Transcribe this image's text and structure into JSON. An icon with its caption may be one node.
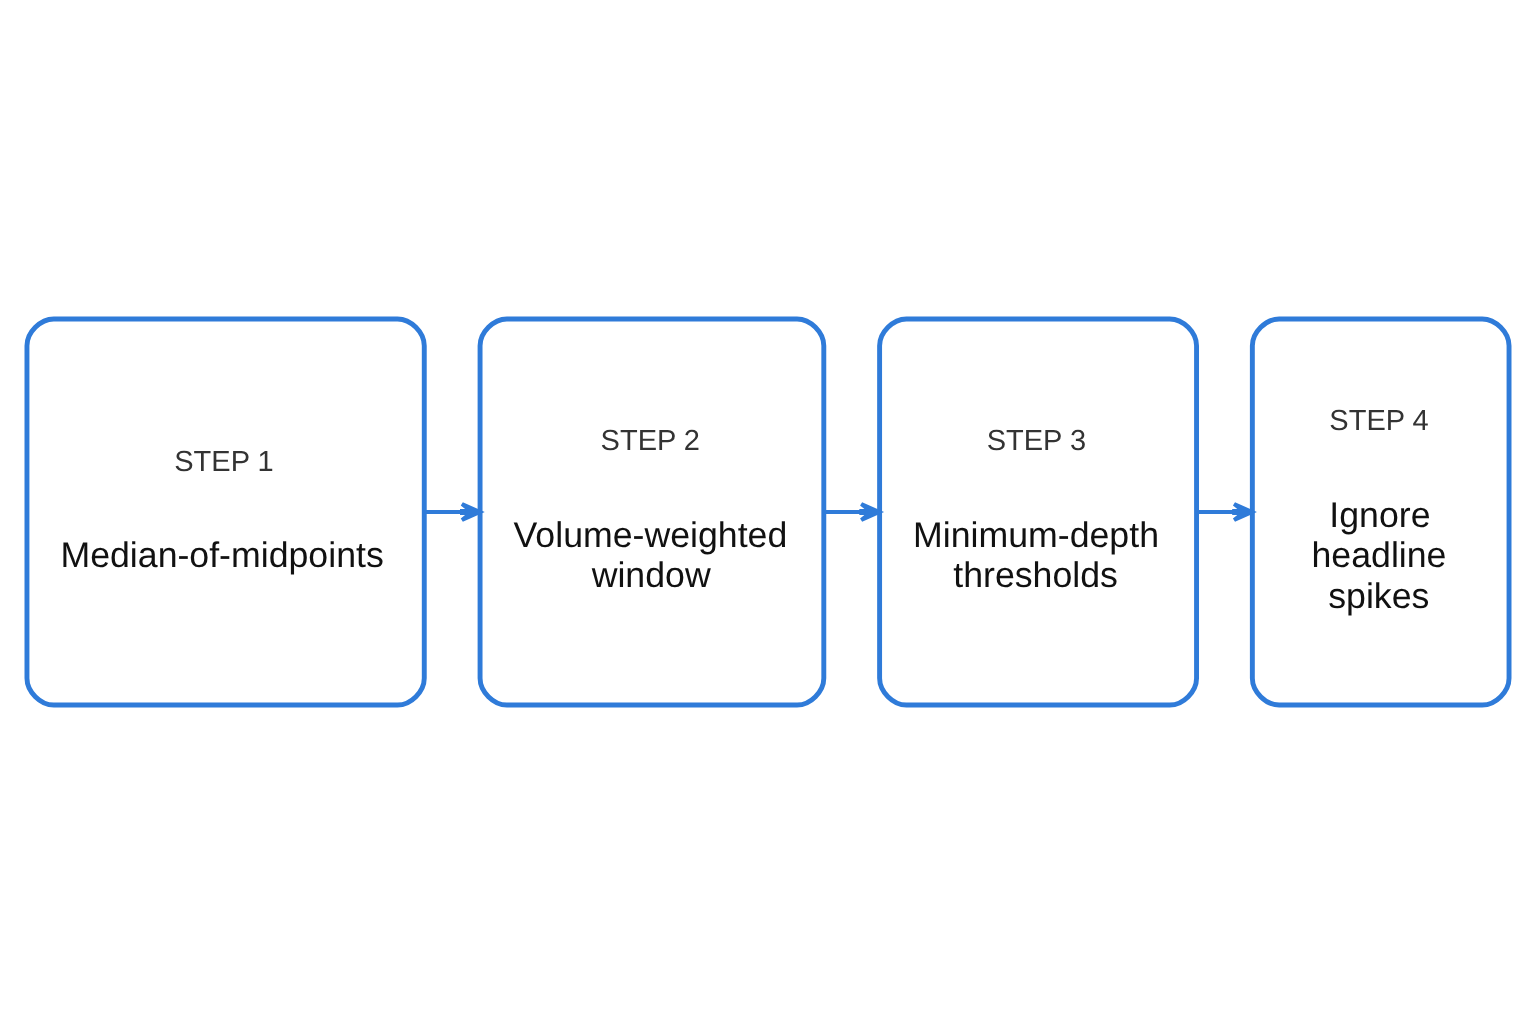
{
  "diagram": {
    "nodes": [
      {
        "text": [
          "STEP 1",
          "Median-of-midpoints"
        ]
      },
      {
        "text": [
          "STEP 2",
          "Volume-weighted window"
        ]
      },
      {
        "text": [
          "STEP 3",
          "Minimum-depth thresholds"
        ]
      },
      {
        "text": [
          "STEP 4",
          "Ignore headline spikes"
        ]
      }
    ],
    "edges": [
      {
        "from": 0,
        "to": 1,
        "arrow": "to"
      },
      {
        "from": 1,
        "to": 2,
        "arrow": "to"
      },
      {
        "from": 2,
        "to": 3,
        "arrow": "to"
      }
    ]
  }
}
